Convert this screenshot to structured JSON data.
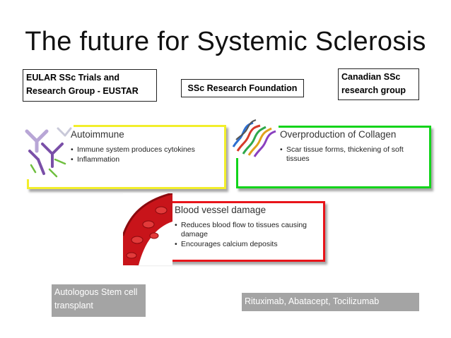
{
  "slide": {
    "title": "The future for Systemic Sclerosis",
    "orgs": {
      "eular": "EULAR SSc Trials and Research Group - EUSTAR",
      "ssc_foundation": "SSc Research Foundation",
      "canadian": "Canadian SSc research group"
    },
    "cards": {
      "autoimmune": {
        "heading": "Autoimmune",
        "bullets": [
          "Immune system produces cytokines",
          "Inflammation"
        ],
        "border_color": "#f2ee2b",
        "image": "antibody-icon"
      },
      "collagen": {
        "heading": "Overproduction of Collagen",
        "bullets": [
          "Scar tissue forms, thickening of soft tissues"
        ],
        "border_color": "#12d41a",
        "image": "collagen-fibers-icon"
      },
      "vessel": {
        "heading": "Blood vessel damage",
        "bullets": [
          "Reduces blood flow to tissues causing damage",
          "Encourages calcium deposits"
        ],
        "border_color": "#e8141a",
        "image": "blood-vessel-icon"
      }
    },
    "treatments": {
      "asct": "Autologous Stem cell transplant",
      "drugs": "Rituximab, Abatacept, Tocilizumab"
    }
  }
}
